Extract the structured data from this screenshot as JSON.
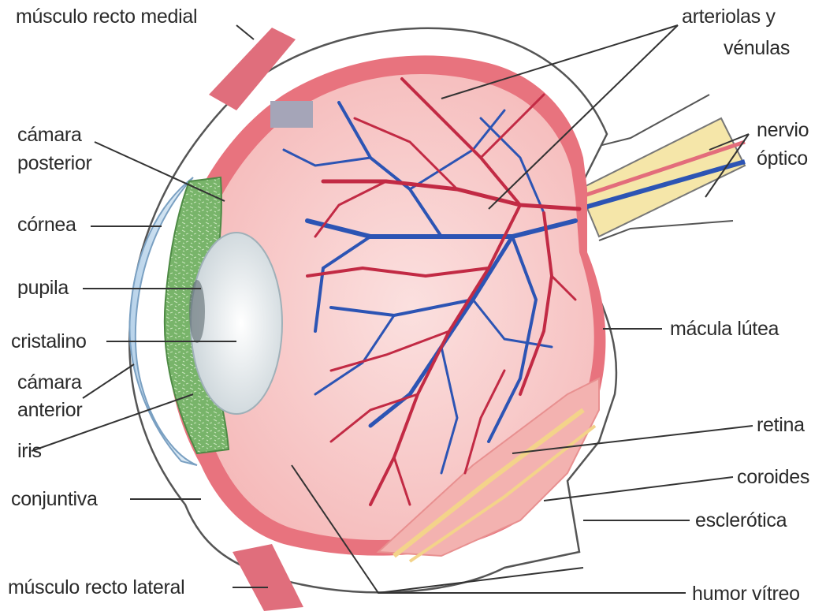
{
  "colors": {
    "sclera_line": "#555555",
    "choroid": "#e8737e",
    "retina_fill": "#f8c7c6",
    "artery": "#c22a44",
    "vein": "#2c54b4",
    "iris": "#79b36b",
    "lens": "#e6ecef",
    "cornea": "#cfe0ef",
    "nerve": "#f6e6aa",
    "muscle": "#e06e7c"
  },
  "labels": {
    "musculo_recto_medial": "músculo recto medial",
    "arteriolas_line1": "arteriolas y",
    "arteriolas_line2": "vénulas",
    "camara_posterior_line1": "cámara",
    "camara_posterior_line2": "posterior",
    "nervio_line1": "nervio",
    "nervio_line2": "óptico",
    "cornea": "córnea",
    "pupila": "pupila",
    "cristalino": "cristalino",
    "macula": "mácula lútea",
    "camara_anterior_line1": "cámara",
    "camara_anterior_line2": "anterior",
    "iris": "iris",
    "retina": "retina",
    "coroides": "coroides",
    "conjuntiva": "conjuntiva",
    "esclerotica": "esclerótica",
    "musculo_recto_lateral": "músculo recto lateral",
    "humor_vitreo": "humor vítreo"
  }
}
